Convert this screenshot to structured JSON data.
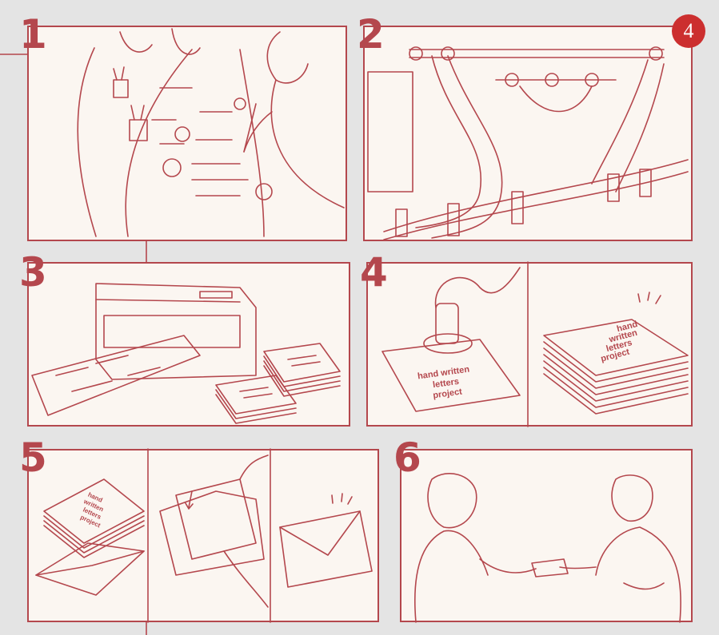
{
  "steps": [
    {
      "label": "1"
    },
    {
      "label": "2"
    },
    {
      "label": "3"
    },
    {
      "label": "4"
    },
    {
      "label": "5"
    },
    {
      "label": "6"
    }
  ],
  "page_badge": "4",
  "card_text": [
    "hand written",
    "letters",
    "project"
  ],
  "stack_card_text": [
    "hand",
    "written",
    "letters",
    "project"
  ],
  "colors": {
    "line": "#b4474d",
    "panel": "#fbf6f1",
    "background": "#e4e4e4",
    "badge": "#cc2f2f"
  }
}
